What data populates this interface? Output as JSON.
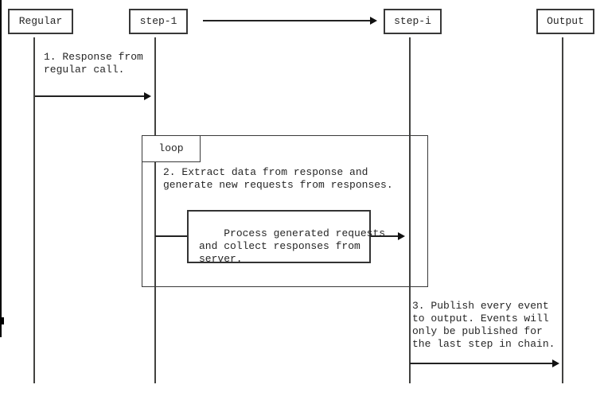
{
  "diagram": {
    "type": "sequence-diagram",
    "colors": {
      "background": "#ffffff",
      "line": "#3a3a3a",
      "text": "#262626",
      "edge_artifact": "#000000"
    },
    "actors": [
      {
        "label": "Regular"
      },
      {
        "label": "step-1"
      },
      {
        "label": "step-i"
      },
      {
        "label": "Output"
      }
    ],
    "loop": {
      "label": "loop"
    },
    "messages": {
      "msg1": "1. Response from\nregular call.",
      "msg2": "2. Extract data from response and\ngenerate new requests from responses.",
      "process": "Process generated requests\nand collect responses from\nserver.",
      "msg3": "3. Publish every event\nto output. Events will\nonly be published for\nthe last step in chain."
    }
  }
}
